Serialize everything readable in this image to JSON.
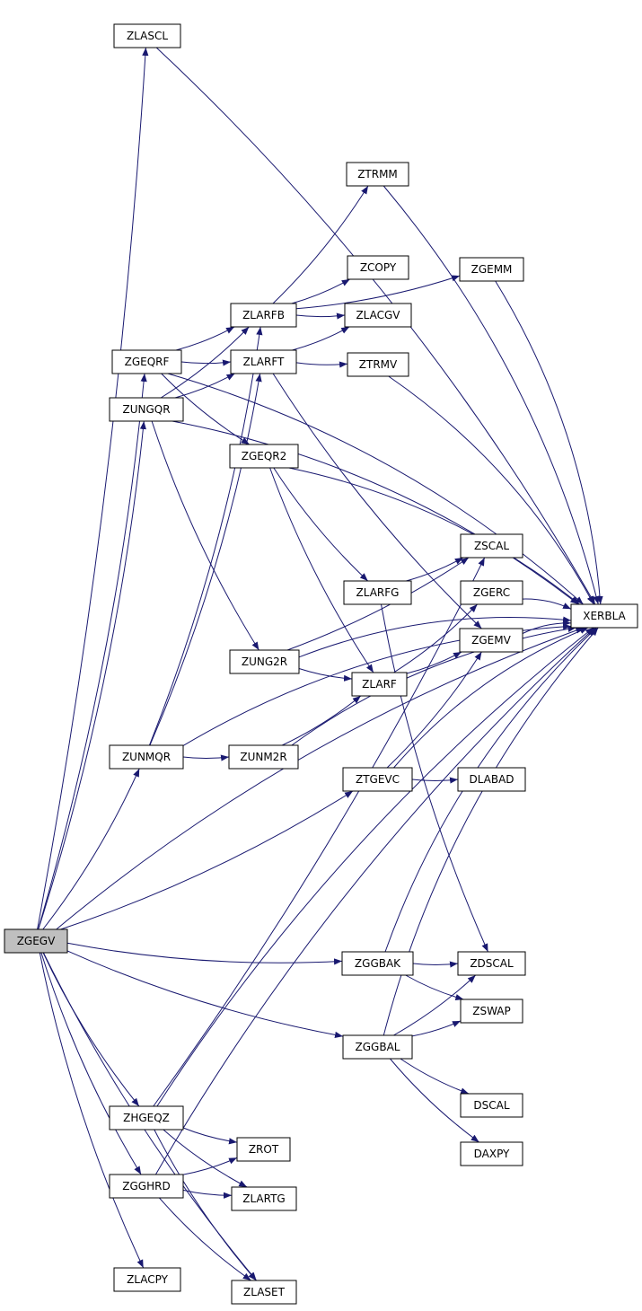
{
  "nodes": {
    "ZGEGV": {
      "label": "ZGEGV",
      "root": true
    },
    "ZLASCL": {
      "label": "ZLASCL"
    },
    "ZGEQRF": {
      "label": "ZGEQRF"
    },
    "ZUNGQR": {
      "label": "ZUNGQR"
    },
    "ZUNMQR": {
      "label": "ZUNMQR"
    },
    "ZHGEQZ": {
      "label": "ZHGEQZ"
    },
    "ZGGHRD": {
      "label": "ZGGHRD"
    },
    "ZLACPY": {
      "label": "ZLACPY"
    },
    "ZLARFB": {
      "label": "ZLARFB"
    },
    "ZLARFT": {
      "label": "ZLARFT"
    },
    "ZGEQR2": {
      "label": "ZGEQR2"
    },
    "ZUNG2R": {
      "label": "ZUNG2R"
    },
    "ZUNM2R": {
      "label": "ZUNM2R"
    },
    "ZROT": {
      "label": "ZROT"
    },
    "ZLARTG": {
      "label": "ZLARTG"
    },
    "ZLASET": {
      "label": "ZLASET"
    },
    "ZTRMM": {
      "label": "ZTRMM"
    },
    "ZCOPY": {
      "label": "ZCOPY"
    },
    "ZLACGV": {
      "label": "ZLACGV"
    },
    "ZTRMV": {
      "label": "ZTRMV"
    },
    "ZLARFG": {
      "label": "ZLARFG"
    },
    "ZLARF": {
      "label": "ZLARF"
    },
    "ZTGEVC": {
      "label": "ZTGEVC"
    },
    "ZGGBAK": {
      "label": "ZGGBAK"
    },
    "ZGGBAL": {
      "label": "ZGGBAL"
    },
    "ZGEMM": {
      "label": "ZGEMM"
    },
    "ZSCAL": {
      "label": "ZSCAL"
    },
    "ZGERC": {
      "label": "ZGERC"
    },
    "ZGEMV": {
      "label": "ZGEMV"
    },
    "DLABAD": {
      "label": "DLABAD"
    },
    "ZDSCAL": {
      "label": "ZDSCAL"
    },
    "ZSWAP": {
      "label": "ZSWAP"
    },
    "DSCAL": {
      "label": "DSCAL"
    },
    "DAXPY": {
      "label": "DAXPY"
    },
    "XERBLA": {
      "label": "XERBLA"
    }
  },
  "edges": [
    [
      "ZGEGV",
      "ZLASCL"
    ],
    [
      "ZGEGV",
      "ZGEQRF"
    ],
    [
      "ZGEGV",
      "ZUNGQR"
    ],
    [
      "ZGEGV",
      "ZUNMQR"
    ],
    [
      "ZGEGV",
      "ZHGEQZ"
    ],
    [
      "ZGEGV",
      "ZGGHRD"
    ],
    [
      "ZGEGV",
      "ZLACPY"
    ],
    [
      "ZGEGV",
      "ZLASET"
    ],
    [
      "ZGEGV",
      "ZTGEVC"
    ],
    [
      "ZGEGV",
      "ZGGBAK"
    ],
    [
      "ZGEGV",
      "ZGGBAL"
    ],
    [
      "ZGEGV",
      "XERBLA"
    ],
    [
      "ZLASCL",
      "XERBLA"
    ],
    [
      "ZGEQRF",
      "ZLARFB"
    ],
    [
      "ZGEQRF",
      "ZLARFT"
    ],
    [
      "ZGEQRF",
      "ZGEQR2"
    ],
    [
      "ZGEQRF",
      "XERBLA"
    ],
    [
      "ZUNGQR",
      "ZLARFB"
    ],
    [
      "ZUNGQR",
      "ZLARFT"
    ],
    [
      "ZUNGQR",
      "ZUNG2R"
    ],
    [
      "ZUNGQR",
      "XERBLA"
    ],
    [
      "ZUNMQR",
      "ZLARFB"
    ],
    [
      "ZUNMQR",
      "ZLARFT"
    ],
    [
      "ZUNMQR",
      "ZUNM2R"
    ],
    [
      "ZUNMQR",
      "XERBLA"
    ],
    [
      "ZLARFB",
      "ZTRMM"
    ],
    [
      "ZLARFB",
      "ZGEMM"
    ],
    [
      "ZLARFB",
      "ZCOPY"
    ],
    [
      "ZLARFB",
      "ZLACGV"
    ],
    [
      "ZLARFT",
      "ZLACGV"
    ],
    [
      "ZLARFT",
      "ZTRMV"
    ],
    [
      "ZLARFT",
      "ZGEMV"
    ],
    [
      "ZTRMM",
      "XERBLA"
    ],
    [
      "ZGEMM",
      "XERBLA"
    ],
    [
      "ZTRMV",
      "XERBLA"
    ],
    [
      "ZGEQR2",
      "ZLARFG"
    ],
    [
      "ZGEQR2",
      "ZLARF"
    ],
    [
      "ZGEQR2",
      "XERBLA"
    ],
    [
      "ZLARFG",
      "ZSCAL"
    ],
    [
      "ZLARFG",
      "ZDSCAL"
    ],
    [
      "ZUNG2R",
      "ZSCAL"
    ],
    [
      "ZUNG2R",
      "ZLARF"
    ],
    [
      "ZUNG2R",
      "XERBLA"
    ],
    [
      "ZUNM2R",
      "ZLARF"
    ],
    [
      "ZUNM2R",
      "XERBLA"
    ],
    [
      "ZLARF",
      "ZGERC"
    ],
    [
      "ZLARF",
      "ZGEMV"
    ],
    [
      "ZGERC",
      "XERBLA"
    ],
    [
      "ZGEMV",
      "XERBLA"
    ],
    [
      "ZTGEVC",
      "ZGEMV"
    ],
    [
      "ZTGEVC",
      "DLABAD"
    ],
    [
      "ZTGEVC",
      "XERBLA"
    ],
    [
      "ZGGBAK",
      "ZDSCAL"
    ],
    [
      "ZGGBAK",
      "ZSWAP"
    ],
    [
      "ZGGBAK",
      "XERBLA"
    ],
    [
      "ZGGBAL",
      "ZDSCAL"
    ],
    [
      "ZGGBAL",
      "ZSWAP"
    ],
    [
      "ZGGBAL",
      "DSCAL"
    ],
    [
      "ZGGBAL",
      "DAXPY"
    ],
    [
      "ZGGBAL",
      "XERBLA"
    ],
    [
      "ZHGEQZ",
      "ZSCAL"
    ],
    [
      "ZHGEQZ",
      "ZROT"
    ],
    [
      "ZHGEQZ",
      "ZLARTG"
    ],
    [
      "ZHGEQZ",
      "ZLASET"
    ],
    [
      "ZHGEQZ",
      "XERBLA"
    ],
    [
      "ZGGHRD",
      "ZROT"
    ],
    [
      "ZGGHRD",
      "ZLARTG"
    ],
    [
      "ZGGHRD",
      "ZLASET"
    ],
    [
      "ZGGHRD",
      "XERBLA"
    ]
  ]
}
